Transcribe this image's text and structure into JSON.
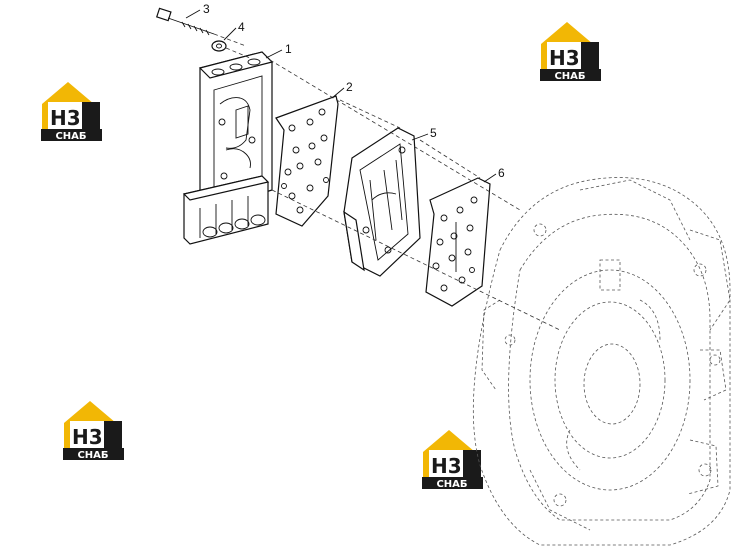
{
  "logo": {
    "mark": "H3",
    "caption": "СНАБ",
    "colors": {
      "accent": "#f2b705",
      "dark": "#1a1a1a",
      "light": "#ffffff"
    }
  },
  "callouts": [
    {
      "id": "1",
      "label": "1"
    },
    {
      "id": "2",
      "label": "2"
    },
    {
      "id": "3",
      "label": "3"
    },
    {
      "id": "4",
      "label": "4"
    },
    {
      "id": "5",
      "label": "5"
    },
    {
      "id": "6",
      "label": "6"
    }
  ]
}
